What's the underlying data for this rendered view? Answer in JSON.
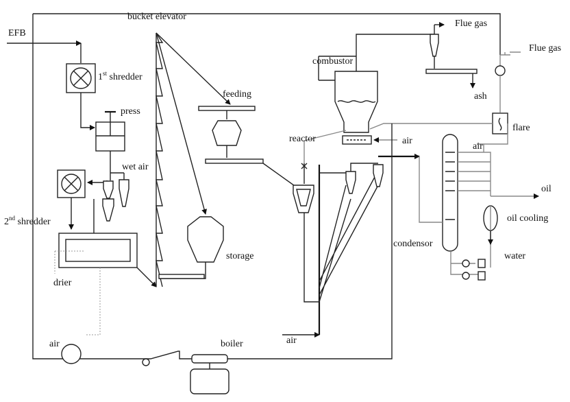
{
  "labels": {
    "efb": "EFB",
    "bucket_elevator": "bucket elevator",
    "flue_gas_1": "Flue gas",
    "flue_gas_2": "Flue gas",
    "shredder1_num": "1",
    "shredder1_sup": "st",
    "shredder1_word": " shredder",
    "press": "press",
    "combustor": "combustor",
    "feeding": "feeding",
    "ash": "ash",
    "wet_air": "wet air",
    "flare": "flare",
    "reactor": "reactor",
    "air_reactor": "air",
    "air_column": "air",
    "shredder2_num": "2",
    "shredder2_sup": "nd",
    "shredder2_word": " shredder",
    "oil": "oil",
    "oil_cooling": "oil cooling",
    "storage": "storage",
    "condensor": "condensor",
    "water": "water",
    "drier": "drier",
    "air_bottom": "air",
    "air_left": "air",
    "boiler": "boiler"
  }
}
